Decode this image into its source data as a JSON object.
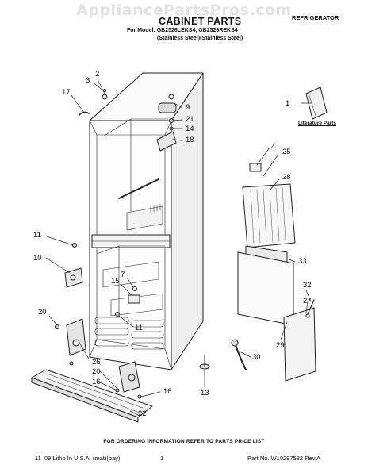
{
  "header": {
    "watermark": "AppliancePartsPros.com",
    "title": "CABINET PARTS",
    "appliance": "REFRIGERATOR",
    "model_line": "For Model: GB2526LEKS4, GB2526REKS4",
    "finish_line": "(Stainless Steel)(Stainless Steel)"
  },
  "literature_label": "Literature Parts",
  "callouts": {
    "c1": "1",
    "c2": "2",
    "c3": "3",
    "c4": "4",
    "c7": "7",
    "c9": "9",
    "c10": "10",
    "c11a": "11",
    "c11b": "11",
    "c13": "13",
    "c14": "14",
    "c15": "15",
    "c16a": "16",
    "c16b": "16",
    "c17": "17",
    "c18": "18",
    "c20a": "20",
    "c20b": "20",
    "c21": "21",
    "c22": "22",
    "c25": "25",
    "c26": "26",
    "c27": "27",
    "c28": "28",
    "c29": "29",
    "c30": "30",
    "c32": "32",
    "c33": "33"
  },
  "footer": {
    "order_note": "FOR ORDERING INFORMATION REFER TO PARTS PRICE LIST",
    "litho": "11–09 Litho In U.S.A. (mat)(bay)",
    "page": "1",
    "part_no": "Part No. W10297582 Rev.A"
  }
}
